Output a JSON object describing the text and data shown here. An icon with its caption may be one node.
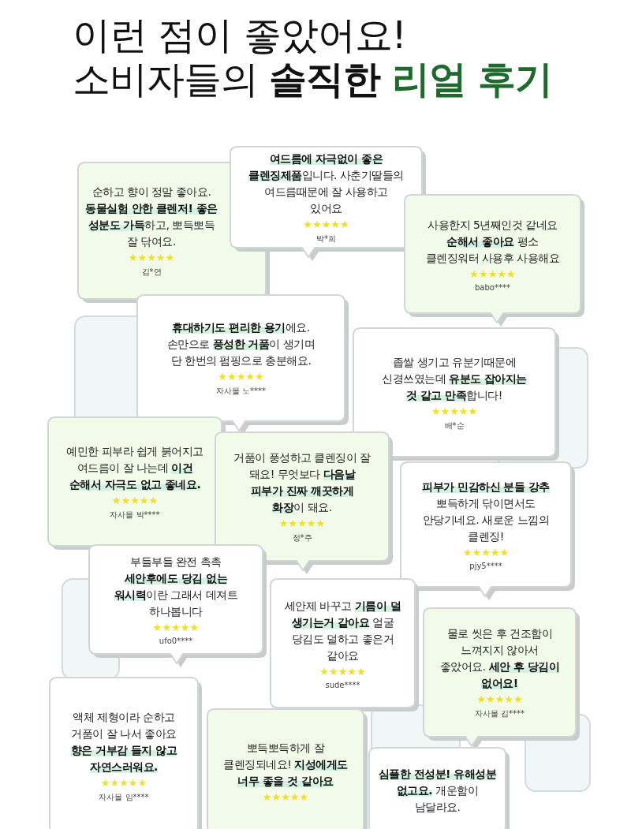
{
  "diagram": {
    "title": "이런 점이 좋았어요! 소비자들의 **솔직한** **리얼 후기**",
    "nodes": [
      {
        "text": [
          "순하고 향이 정말 좋아요. **동물실험 안한 클렌저! 좋은 성분도 가득**하고, 뽀득뽀득 잘 닦여요.",
          "★★★★★",
          "김*연"
        ]
      },
      {
        "text": [
          "**여드름에 자극없이 좋은 클렌징제품**입니다. 사춘기딸들의 여드름때문에 잘 사용하고 있어요",
          "★★★★★",
          "박*희"
        ]
      },
      {
        "text": [
          "사용한지 5년째인것 같네요 **순해서 좋아요** 평소 클렌징워터 사용후 사용해요",
          "★★★★★",
          "babo****"
        ]
      },
      {
        "text": [
          "**휴대하기도 편리한 용기**에요. 손만으로 **풍성한 거품**이 생기며 단 한번의 펌핑으로 충분해요.",
          "★★★★★",
          "자사몰 노****"
        ]
      },
      {
        "text": [
          "좁쌀 생기고 유분기때문에 신경쓰였는데 **유분도 잡아지는 것 같고 만족**합니다!",
          "★★★★★",
          "배*순"
        ]
      },
      {
        "text": [
          "예민한 피부라 쉽게 붉어지고 여드름이 잘 나는데 **이건 순해서 자극도 없고 좋네요.**",
          "★★★★★",
          "자사몰 박****"
        ]
      },
      {
        "text": [
          "거품이 풍성하고 클렌징이 잘 돼요! 무엇보다 **다음날 피부가 진짜 깨끗하게 화장**이 돼요.",
          "★★★★★",
          "정*주"
        ]
      },
      {
        "text": [
          "**피부가 민감하신 분들 강추** 뽀득하게 닦이면서도 안당기네요. 새로운 느낌의 클렌징!",
          "★★★★★",
          "pjy5****"
        ]
      },
      {
        "text": [
          "부들부들 완전 촉촉 **세안후에도 당김 없는 워시력**이란 그래서 데져트 하나봅니다",
          "★★★★★",
          "ufo0****"
        ]
      },
      {
        "text": [
          "세안제 바꾸고 **기름이 덜 생기는거 같아요** 얼굴 당김도 덜하고 좋은거 같아요",
          "★★★★★",
          "sude****"
        ]
      },
      {
        "text": [
          "물로 씻은 후 건조함이 느껴지지 않아서 좋았어요. **세안 후 당김이 없어요!**",
          "★★★★★",
          "자사몰 김****"
        ]
      },
      {
        "text": [
          "액체 제형이라 순하고 거품이 잘 나서 좋아요 **향은 거부감 들지 않고 자연스러워요.**",
          "★★★★★",
          "자사몰 임****"
        ]
      },
      {
        "text": [
          "뽀득뽀득하게 잘 클렌징되네요! **지성에게도 너무 좋을 것 같아요**",
          "★★★★★"
        ]
      },
      {
        "text": [
          "**심플한 전성분! 유해성분 없고요.** 개운함이 남달라요."
        ]
      }
    ]
  }
}
